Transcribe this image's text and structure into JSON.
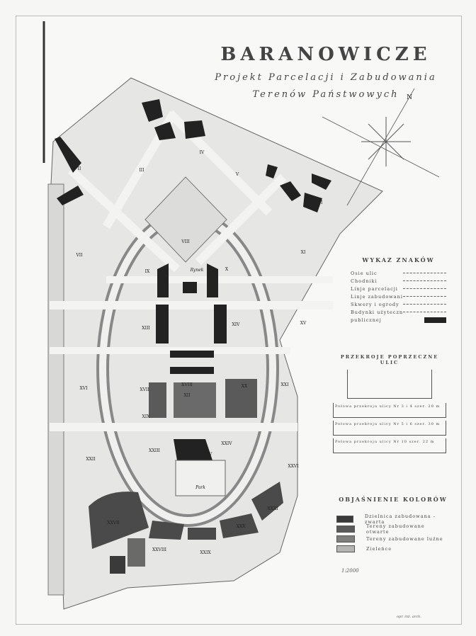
{
  "title": "BARANOWICZE",
  "subtitle_line1": "Projekt Parcelacji i Zabudowania",
  "subtitle_line2": "Terenów Państwowych",
  "north_label": "N",
  "legend_signs": {
    "heading": "WYKAZ ZNAKÓW",
    "items": [
      "Osie ulic",
      "Chodniki",
      "Linje parcelacji",
      "Linje zabudowania",
      "Skwery i ogrody",
      "Budynki użyteczności",
      "publicznej"
    ]
  },
  "street_profiles": {
    "heading": "PRZEKROJE POPRZECZNE ULIC",
    "rows": [
      "Połowa przekroju ulicy Nr 3 i 4 szer. 20 m",
      "Połowa przekroju ulicy Nr 5 i 6 szer. 30 m",
      "Połowa przekroju ulicy Nr 10 szer. 22 m"
    ]
  },
  "legend_colors": {
    "heading": "OBJAŚNIENIE KOLORÓW",
    "items": [
      {
        "label": "Dzielnica zabudowana - zwarta",
        "color": "#3a3a3a"
      },
      {
        "label": "Tereny zabudowane otwarte",
        "color": "#5a5a5a"
      },
      {
        "label": "Tereny zabudowane luźne",
        "color": "#7e7e7e"
      },
      {
        "label": "Zieleńce",
        "color": "#b4b4b4"
      }
    ]
  },
  "scale": "1:2000",
  "signature": "opr. inż. arch.",
  "blocks": [
    "I",
    "II",
    "III",
    "IV",
    "V",
    "VI",
    "VII",
    "VIII",
    "IX",
    "X",
    "XI",
    "XII",
    "XIII",
    "XIV",
    "XV",
    "XVI",
    "XVII",
    "XVIII",
    "XIX",
    "XX",
    "XXI",
    "XXII",
    "XXIII",
    "XXIV",
    "XXV",
    "XXVI",
    "XXVII",
    "XXVIII",
    "XXIX",
    "XXX",
    "XXXI"
  ],
  "place_labels": {
    "park": "Park",
    "square": "Rynek"
  }
}
